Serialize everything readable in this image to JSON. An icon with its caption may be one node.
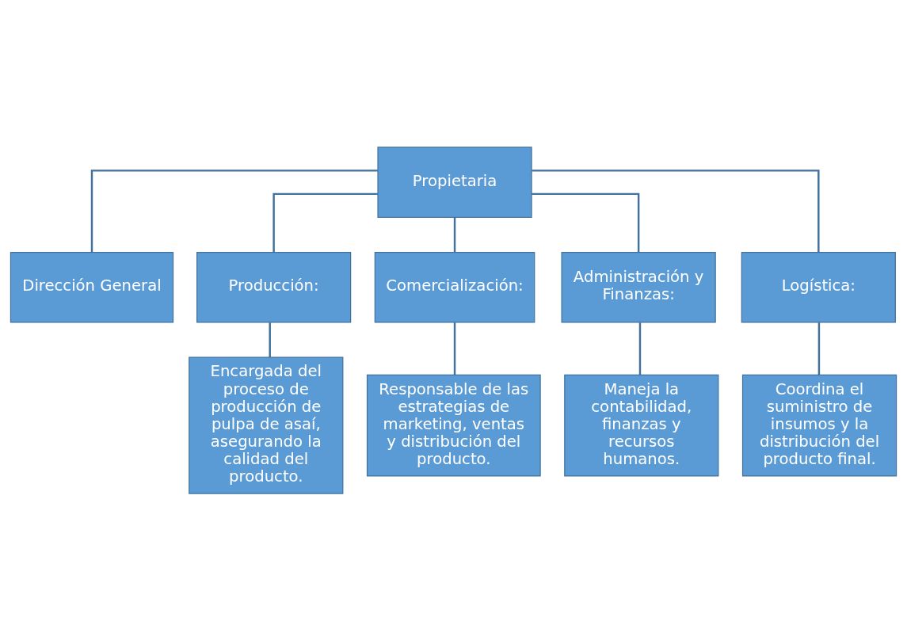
{
  "diagram": {
    "nodes": [
      {
        "text": [
          "Propietaria"
        ]
      },
      {
        "text": [
          "Dirección General"
        ]
      },
      {
        "text": [
          "Producción:"
        ]
      },
      {
        "text": [
          "Comercialización:"
        ]
      },
      {
        "text": [
          "Administración y Finanzas:"
        ]
      },
      {
        "text": [
          "Logística:"
        ]
      },
      {
        "text": [
          "Encargada del proceso de producción de pulpa de asaí, asegurando la calidad del producto."
        ]
      },
      {
        "text": [
          "Responsable de las estrategias de marketing, ventas y distribución del producto."
        ]
      },
      {
        "text": [
          "Maneja la contabilidad, finanzas y recursos humanos."
        ]
      },
      {
        "text": [
          "Coordina el suministro de insumos y la distribución del producto final."
        ]
      }
    ],
    "edges": [
      {
        "from": 0,
        "to": 1,
        "arrow": "none"
      },
      {
        "from": 0,
        "to": 2,
        "arrow": "none"
      },
      {
        "from": 0,
        "to": 3,
        "arrow": "none"
      },
      {
        "from": 0,
        "to": 4,
        "arrow": "none"
      },
      {
        "from": 0,
        "to": 5,
        "arrow": "none"
      },
      {
        "from": 2,
        "to": 6,
        "arrow": "none"
      },
      {
        "from": 3,
        "to": 7,
        "arrow": "none"
      },
      {
        "from": 4,
        "to": 8,
        "arrow": "none"
      },
      {
        "from": 5,
        "to": 9,
        "arrow": "none"
      }
    ]
  }
}
